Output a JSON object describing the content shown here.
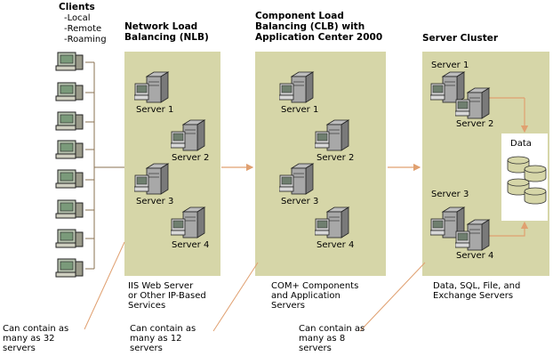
{
  "clients": {
    "title": "Clients",
    "types": [
      "-Local",
      "-Remote",
      "-Roaming"
    ],
    "note": [
      "Can contain as",
      "many as 32",
      "servers"
    ]
  },
  "nlb": {
    "title": [
      "Network Load",
      "Balancing (NLB)"
    ],
    "servers": [
      "Server 1",
      "Server 2",
      "Server 3",
      "Server 4"
    ],
    "desc": [
      "IIS Web Server",
      "or Other IP-Based",
      "Services"
    ],
    "note": [
      "Can contain as",
      "many as 12",
      "servers"
    ]
  },
  "clb": {
    "title": [
      "Component Load",
      "Balancing (CLB) with",
      "Application Center 2000"
    ],
    "servers": [
      "Server 1",
      "Server 2",
      "Server 3",
      "Server 4"
    ],
    "desc": [
      "COM+ Components",
      "and Application",
      "Servers"
    ],
    "note": [
      "Can contain as",
      "many as 8",
      "servers"
    ]
  },
  "cluster": {
    "title": "Server Cluster",
    "servers": [
      "Server 1",
      "Server 2",
      "Server 3",
      "Server 4"
    ],
    "data_label": "Data",
    "desc": [
      "Data, SQL, File, and",
      "Exchange Servers"
    ]
  },
  "colors": {
    "panel": "#d6d6a8",
    "arrow": "#e0a070",
    "connector": "#8a7050",
    "client_icon": "#7a9a7a",
    "server_icon": "#8a8a8a"
  }
}
